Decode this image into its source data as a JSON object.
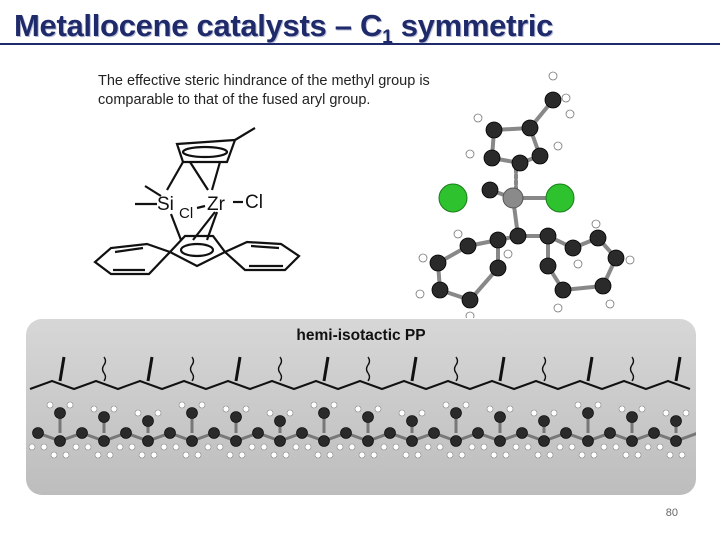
{
  "slide": {
    "title_main": "Metallocene catalysts – C",
    "title_sub": "1",
    "title_end": " symmetric",
    "description": "The effective steric hindrance of the methyl group is comparable to that of the fused aryl group.",
    "structure_labels": {
      "si": "Si",
      "zr": "Zr",
      "cl_right": "Cl",
      "cl_bottom": "Cl"
    },
    "panel_label": "hemi-isotactic PP",
    "page_number": "80"
  },
  "colors": {
    "title": "#1f2a6b",
    "chlorine": "#2fc22f",
    "carbon": "#2a2a2a",
    "hydrogen": "#ffffff",
    "panel": "#c9c9c9"
  }
}
